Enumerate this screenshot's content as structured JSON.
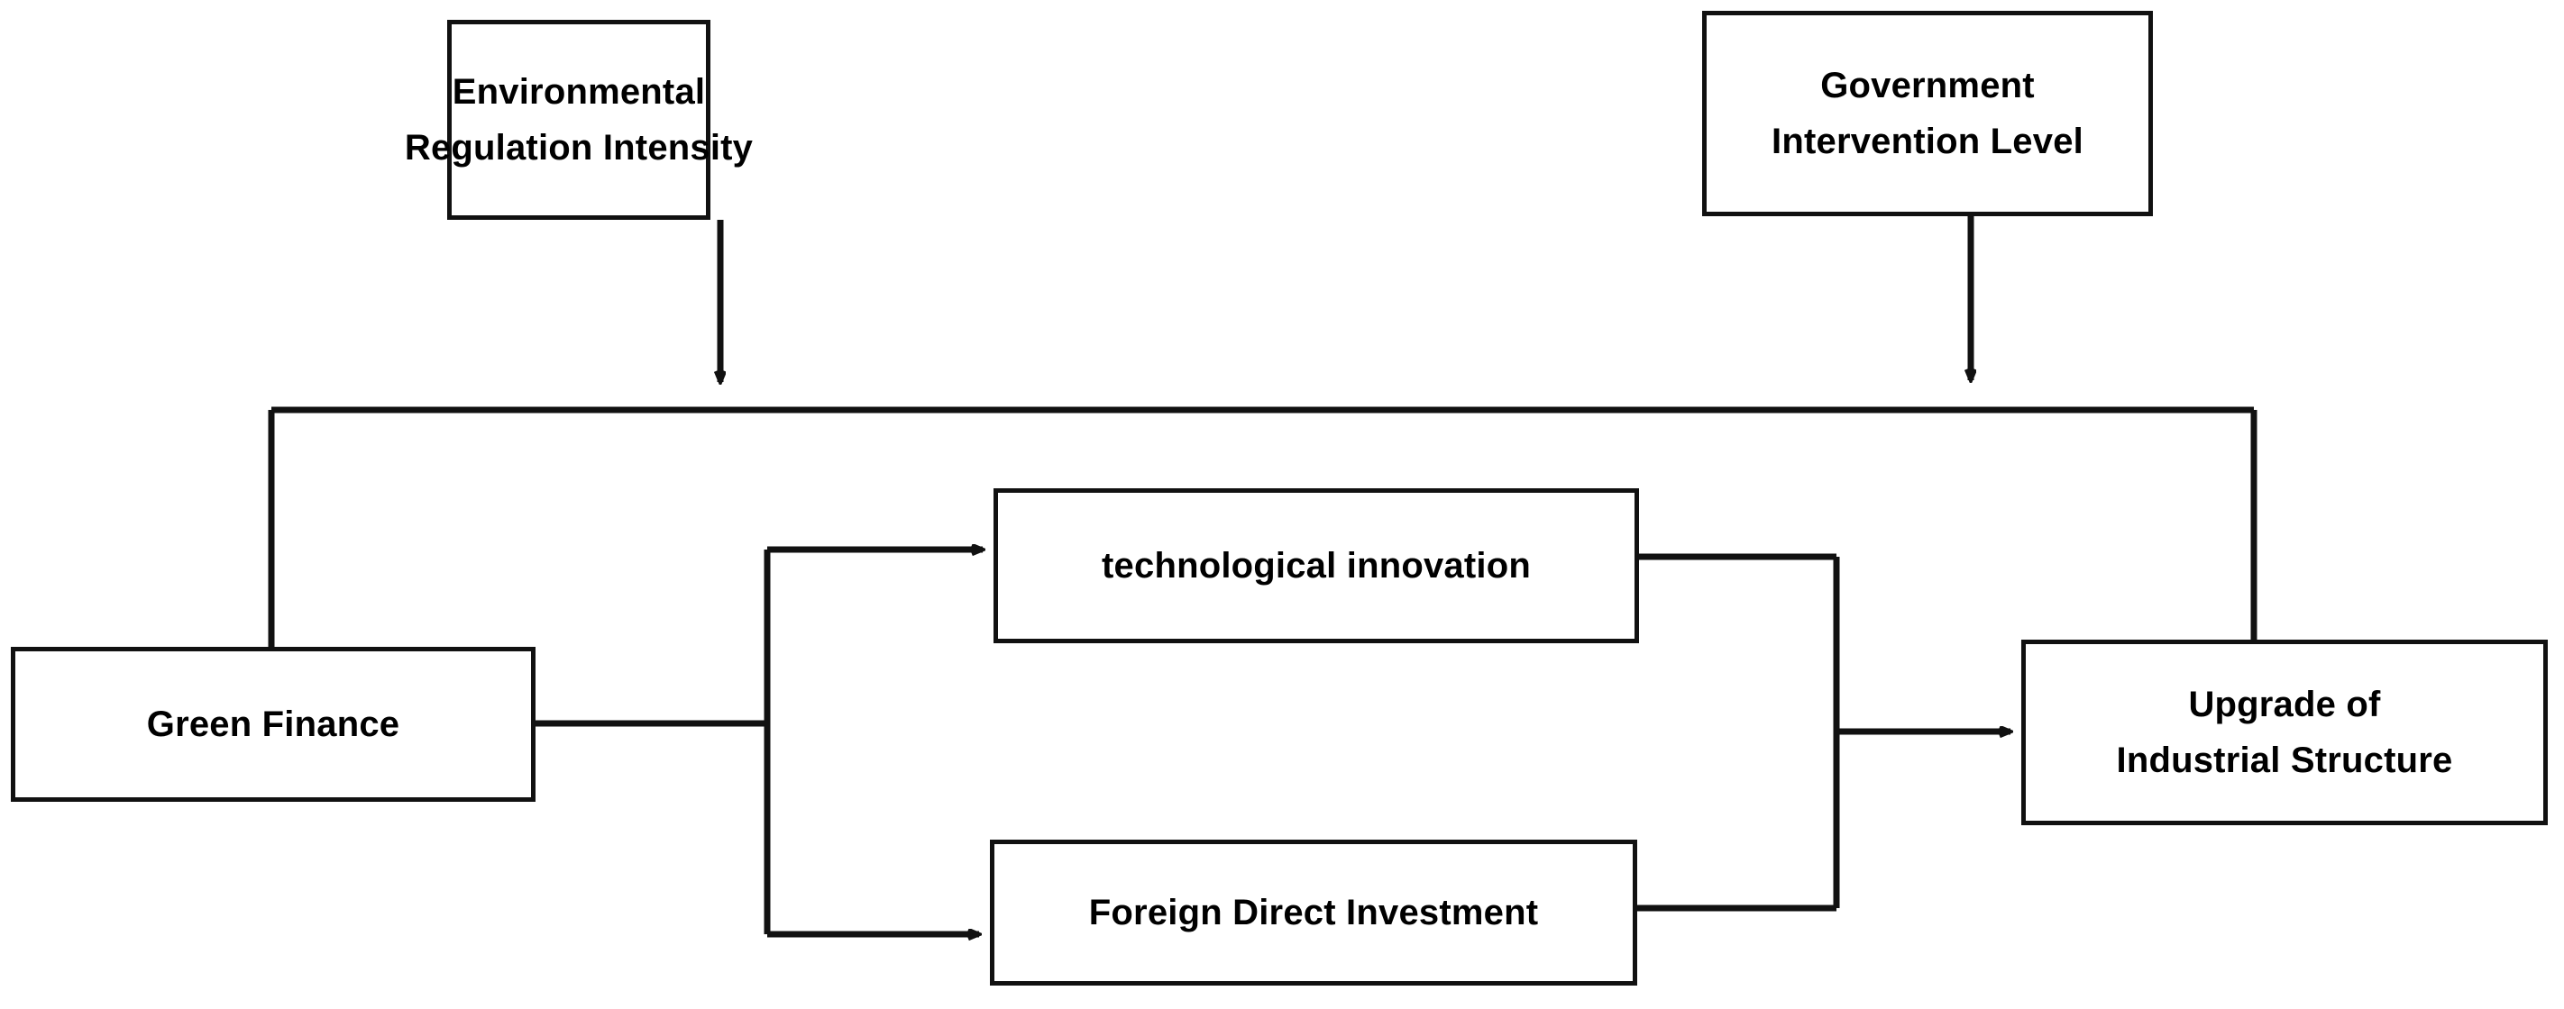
{
  "diagram": {
    "title": "Green Finance and Upgrade of Industrial Structure mechanism diagram",
    "background_color": "#ffffff",
    "line_color": "#111111",
    "text_color": "#000000",
    "nodes": [
      {
        "id": "environmental-regulation",
        "lines": [
          "Environmental",
          "Regulation Intensity"
        ]
      },
      {
        "id": "government-intervention",
        "lines": [
          "Government",
          "Intervention Level"
        ]
      },
      {
        "id": "green-finance",
        "lines": [
          "Green Finance"
        ]
      },
      {
        "id": "technological-innovation",
        "lines": [
          "technological innovation"
        ]
      },
      {
        "id": "foreign-direct-investment",
        "lines": [
          "Foreign Direct Investment"
        ]
      },
      {
        "id": "upgrade-industrial-structure",
        "lines": [
          "Upgrade of",
          "Industrial Structure"
        ]
      }
    ],
    "edges": [
      {
        "id": "environmental-regulation-to-bus",
        "from": "environmental-regulation",
        "to": "moderation-bus",
        "arrow": true
      },
      {
        "id": "government-intervention-to-bus",
        "from": "government-intervention",
        "to": "moderation-bus",
        "arrow": true
      },
      {
        "id": "moderation-bus-to-green-finance",
        "from": "moderation-bus",
        "to": "green-finance",
        "arrow": false
      },
      {
        "id": "moderation-bus-to-upgrade",
        "from": "moderation-bus",
        "to": "upgrade-industrial-structure",
        "arrow": false
      },
      {
        "id": "green-finance-to-technological-innovation",
        "from": "green-finance",
        "to": "technological-innovation",
        "arrow": true
      },
      {
        "id": "green-finance-to-foreign-direct-investment",
        "from": "green-finance",
        "to": "foreign-direct-investment",
        "arrow": true
      },
      {
        "id": "technological-innovation-to-upgrade",
        "from": "technological-innovation",
        "to": "upgrade-industrial-structure",
        "arrow": true
      },
      {
        "id": "foreign-direct-investment-to-upgrade",
        "from": "foreign-direct-investment",
        "to": "upgrade-industrial-structure",
        "arrow": true
      }
    ]
  }
}
